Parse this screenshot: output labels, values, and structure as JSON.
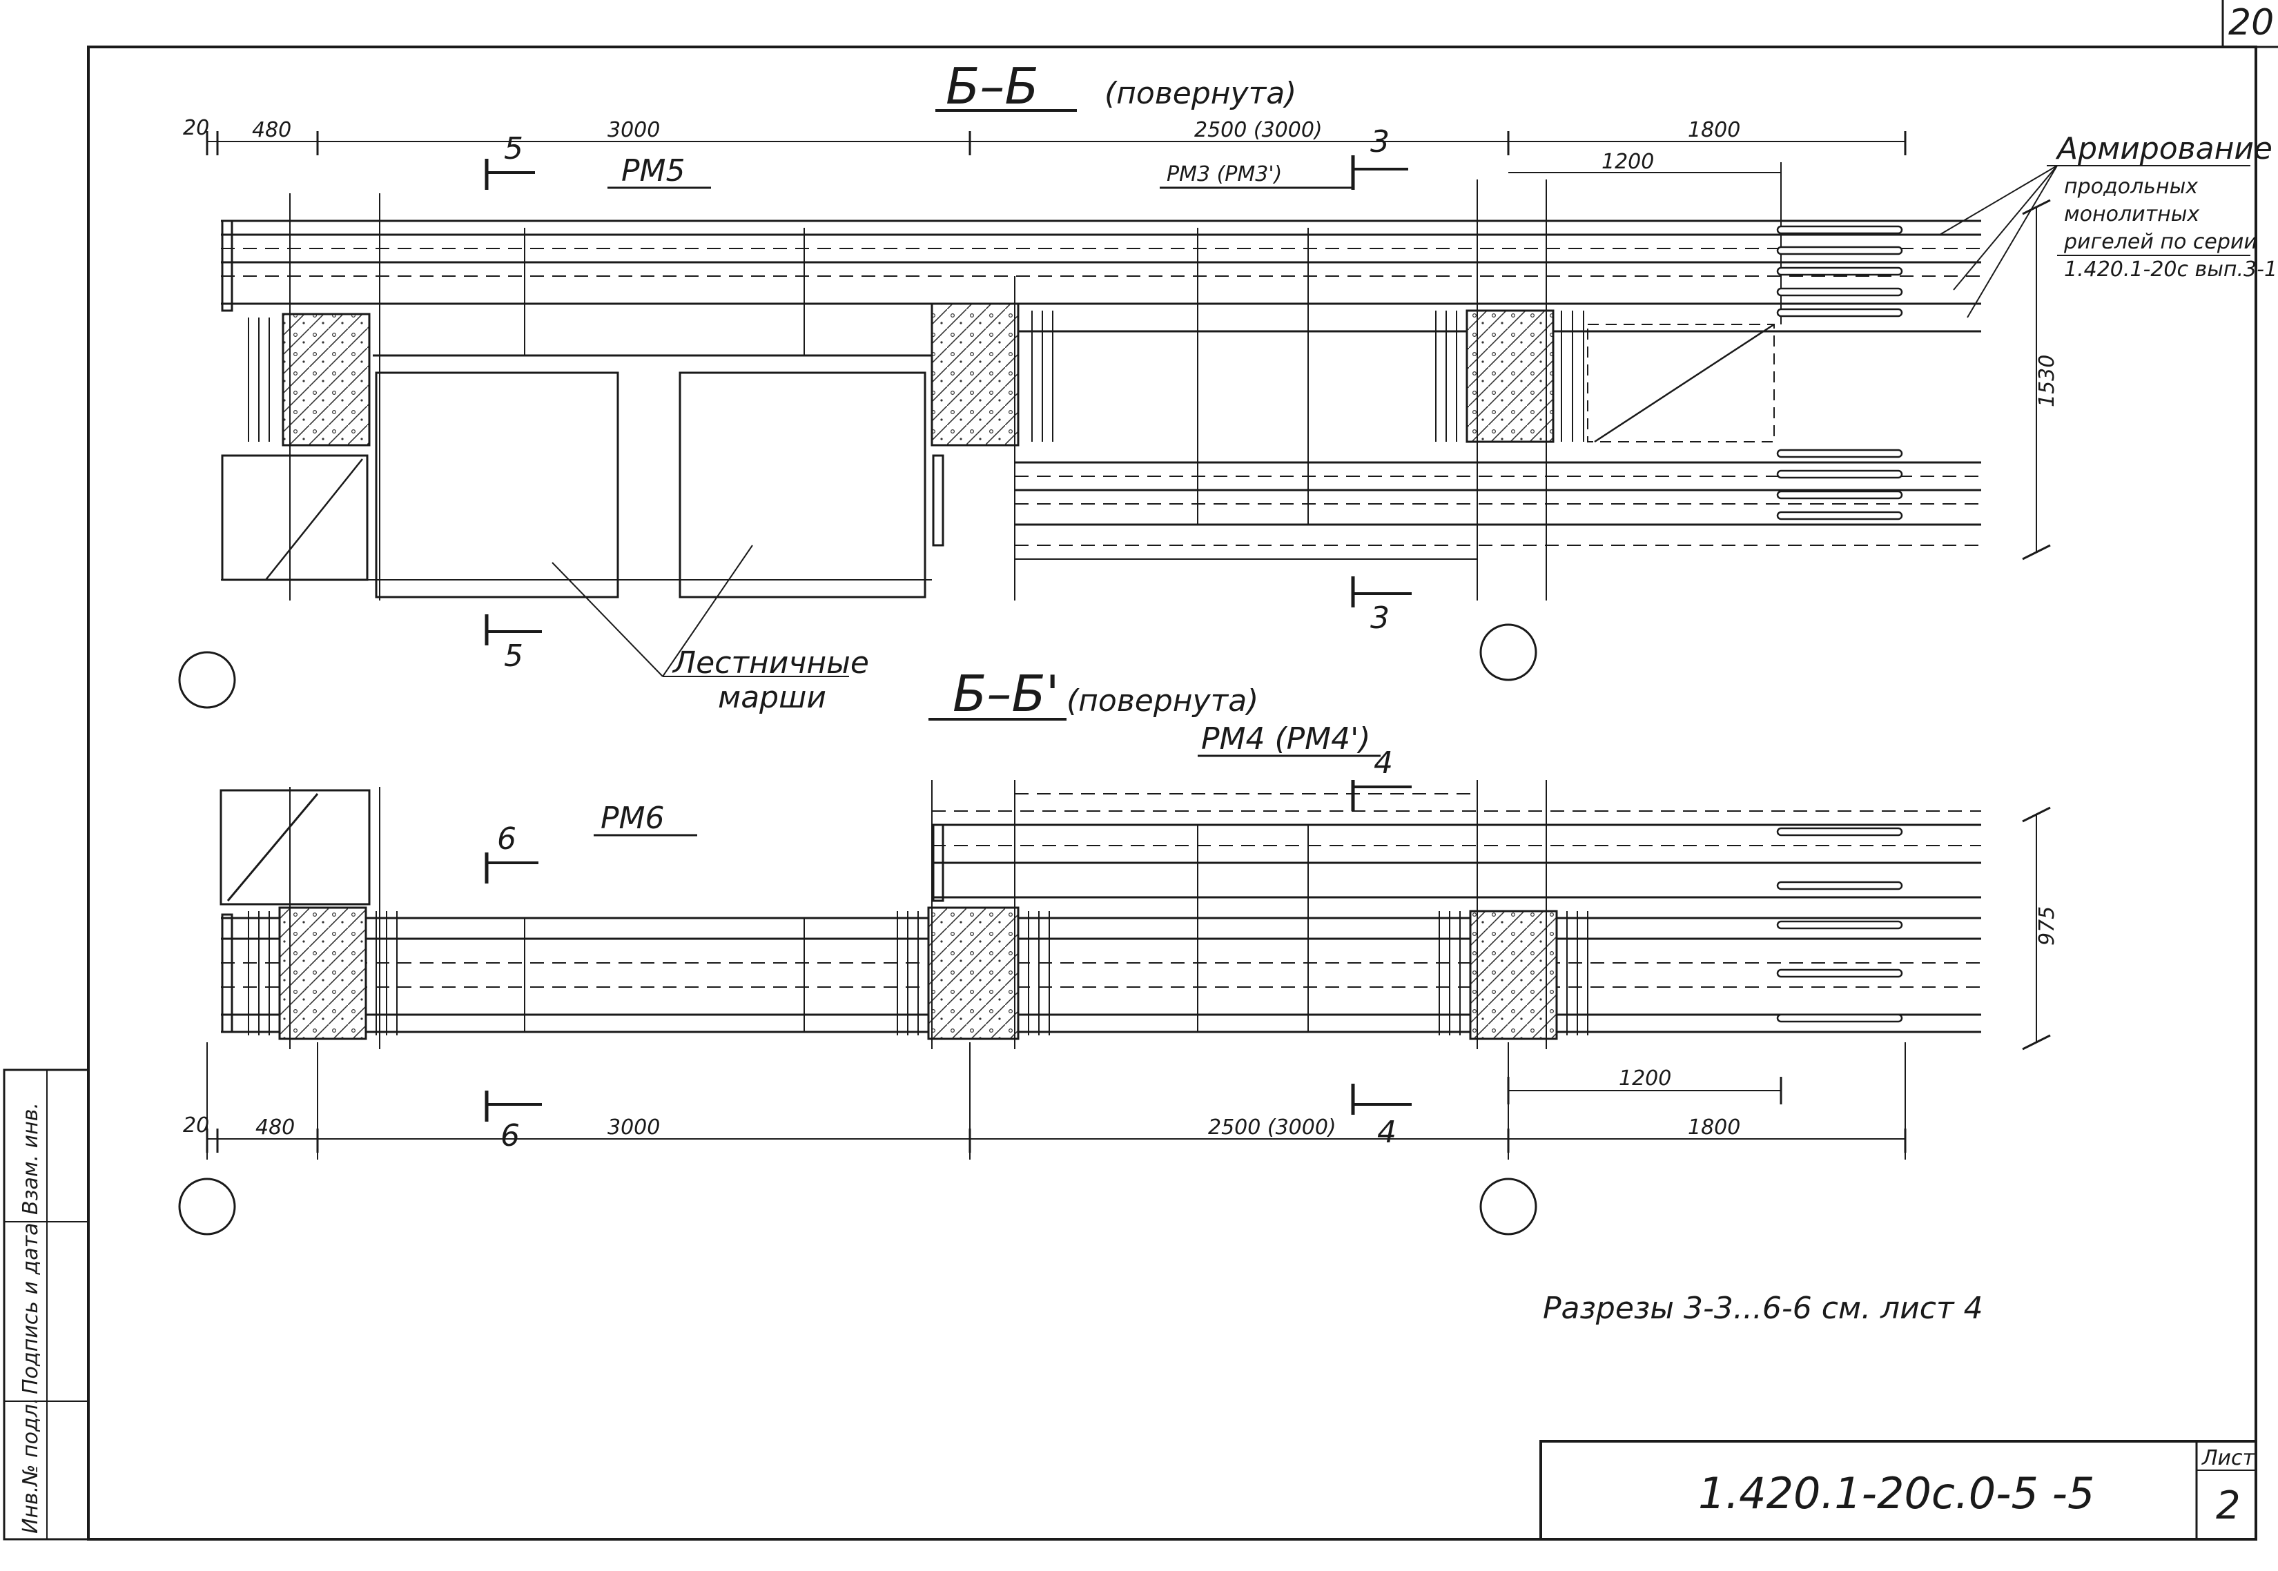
{
  "sheet": {
    "corner_number": "20",
    "stamp_code": "1.420.1-20с.0-5 -5",
    "sheet_label": "Лист",
    "sheet_number": "2",
    "note": "Разрезы 3-3...6-6 см. лист 4",
    "side_stamp": [
      "Инв.№ подл.",
      "Подпись и дата",
      "Взам. инв."
    ]
  },
  "section_bb": {
    "title": "Б–Б",
    "subtitle": "(повернута)",
    "dims": {
      "d20": "20",
      "d480": "480",
      "d3000": "3000",
      "d2500": "2500 (3000)",
      "d1800": "1800",
      "d1200": "1200",
      "d1530": "1530"
    },
    "label_pm5": "РМ5",
    "label_pm3": "РМ3 (РМ3')",
    "cut5": "5",
    "cut3": "3",
    "stairs": [
      "Лестничные",
      "марши"
    ],
    "reinforcement_note": [
      "Армирование",
      "продольных",
      "монолитных",
      "ригелей по серии",
      "1.420.1-20с вып.3-1"
    ]
  },
  "section_bb1": {
    "title": "Б–Б'",
    "subtitle": "(повернута)",
    "label_pm4": "РМ4 (РМ4')",
    "label_pm6": "РМ6",
    "cut6": "6",
    "cut4": "4",
    "dims": {
      "d20": "20",
      "d480": "480",
      "d3000": "3000",
      "d2500": "2500 (3000)",
      "d1200": "1200",
      "d1800": "1800",
      "d975": "975"
    }
  }
}
